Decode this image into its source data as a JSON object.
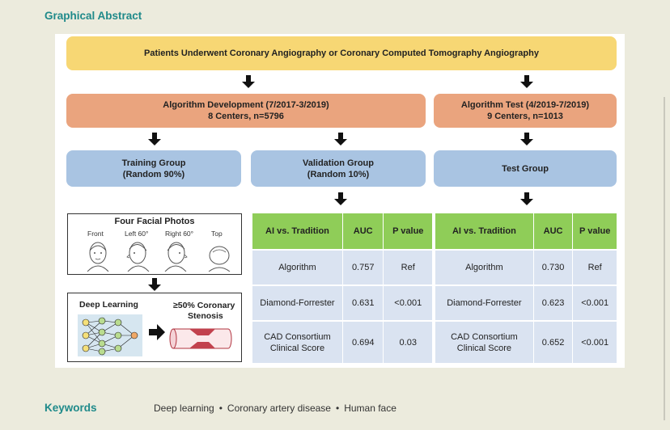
{
  "heading": "Graphical Abstract",
  "top_box": "Patients Underwent Coronary Angiography or Coronary Computed Tomography Angiography",
  "dev_box": {
    "line1": "Algorithm Development (7/2017-3/2019)",
    "line2": "8 Centers, n=5796"
  },
  "test_box": {
    "line1": "Algorithm Test (4/2019-7/2019)",
    "line2": "9 Centers, n=1013"
  },
  "training": {
    "line1": "Training Group",
    "line2": "(Random 90%)"
  },
  "validation": {
    "line1": "Validation Group",
    "line2": "(Random 10%)"
  },
  "test_group": "Test Group",
  "photos": {
    "title": "Four Facial Photos",
    "labels": [
      "Front",
      "Left 60°",
      "Right 60°",
      "Top"
    ]
  },
  "deep_learning": {
    "label": "Deep Learning",
    "out_line1": "≥50% Coronary",
    "out_line2": "Stenosis"
  },
  "validation_table": {
    "headers": [
      "AI vs. Tradition",
      "AUC",
      "P value"
    ],
    "rows": [
      {
        "name": [
          "Algorithm"
        ],
        "auc": "0.757",
        "p": "Ref"
      },
      {
        "name": [
          "Diamond-Forrester"
        ],
        "auc": "0.631",
        "p": "<0.001"
      },
      {
        "name": [
          "CAD Consortium",
          "Clinical Score"
        ],
        "auc": "0.694",
        "p": "0.03"
      }
    ]
  },
  "test_table": {
    "headers": [
      "AI vs. Tradition",
      "AUC",
      "P value"
    ],
    "rows": [
      {
        "name": [
          "Algorithm"
        ],
        "auc": "0.730",
        "p": "Ref"
      },
      {
        "name": [
          "Diamond-Forrester"
        ],
        "auc": "0.623",
        "p": "<0.001"
      },
      {
        "name": [
          "CAD Consortium",
          "Clinical Score"
        ],
        "auc": "0.652",
        "p": "<0.001"
      }
    ]
  },
  "keywords": {
    "label": "Keywords",
    "items": [
      "Deep learning",
      "Coronary artery disease",
      "Human face"
    ],
    "separator": "•"
  }
}
